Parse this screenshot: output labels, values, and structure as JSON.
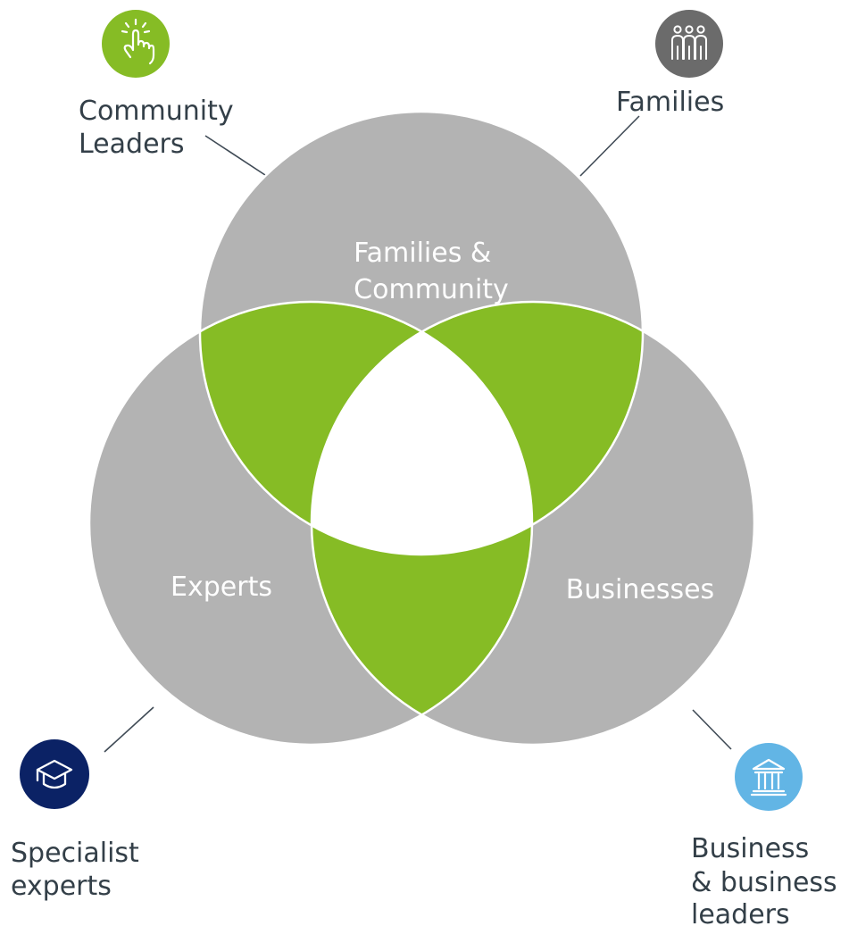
{
  "diagram": {
    "circles": [
      {
        "id": "top",
        "label_lines": [
          "Families &",
          "Community"
        ]
      },
      {
        "id": "left",
        "label_lines": [
          "Experts"
        ]
      },
      {
        "id": "right",
        "label_lines": [
          "Businesses"
        ]
      }
    ],
    "stakeholders": [
      {
        "id": "community-leaders",
        "icon": "hand-touch-icon",
        "label_lines": [
          "Community",
          "Leaders"
        ]
      },
      {
        "id": "families",
        "icon": "family-icon",
        "label_lines": [
          "Families"
        ]
      },
      {
        "id": "specialist-experts",
        "icon": "graduation-cap-icon",
        "label_lines": [
          "Specialist",
          "experts"
        ]
      },
      {
        "id": "business-leaders",
        "icon": "bank-building-icon",
        "label_lines": [
          "Business",
          "& business",
          "leaders"
        ]
      }
    ],
    "colors": {
      "circle_gray": "#b3b3b3",
      "overlap_green": "#86bc25",
      "center_white": "#ffffff",
      "green_icon": "#86bc25",
      "gray_icon": "#6b6b6b",
      "navy_icon": "#0b2265",
      "blue_icon": "#62b5e5",
      "text_dark": "#333f48",
      "connector": "#3f4a55"
    }
  }
}
